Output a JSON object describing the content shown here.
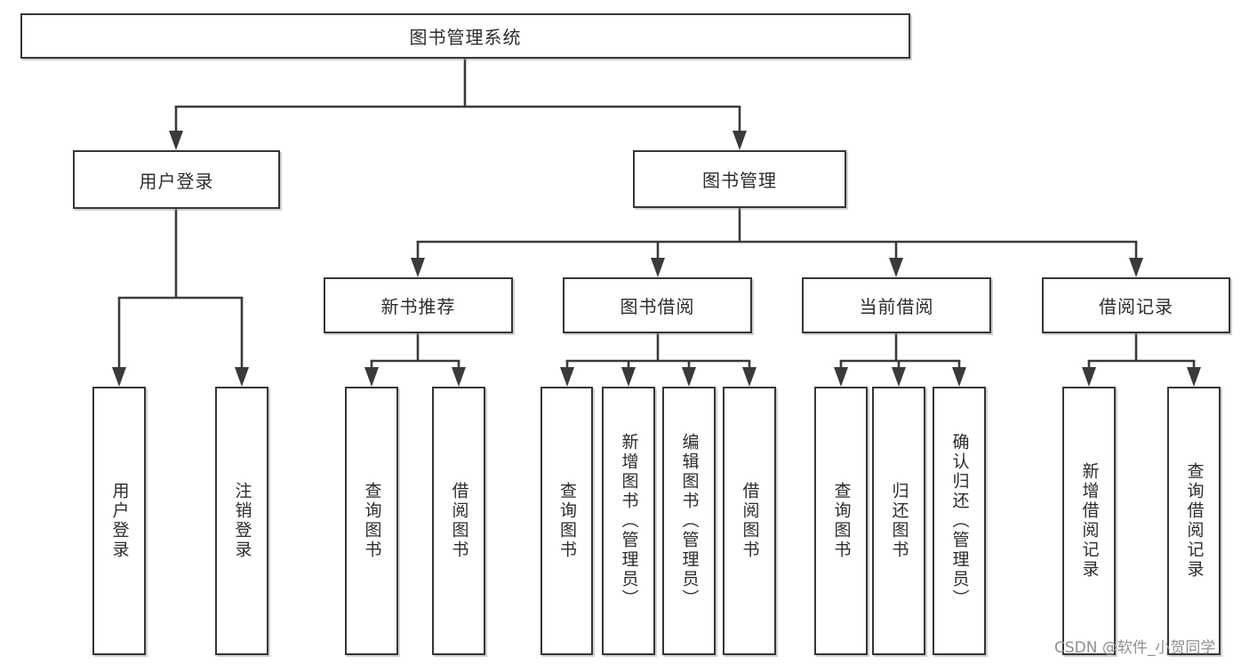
{
  "diagram": {
    "title": "图书管理系统",
    "nodes": {
      "root": {
        "label": "图书管理系统"
      },
      "user_login": {
        "label": "用户登录"
      },
      "book_mgmt": {
        "label": "图书管理"
      },
      "new_book_rec": {
        "label": "新书推荐"
      },
      "book_borrow": {
        "label": "图书借阅"
      },
      "current_borrow": {
        "label": "当前借阅"
      },
      "borrow_record": {
        "label": "借阅记录"
      },
      "user_login_leaf": {
        "label": "用户登录"
      },
      "logout_leaf": {
        "label": "注销登录"
      },
      "nb_query": {
        "label": "查询图书"
      },
      "nb_borrow": {
        "label": "借阅图书"
      },
      "bb_query": {
        "label": "查询图书"
      },
      "bb_add": {
        "label": "新增图书（管理员）"
      },
      "bb_edit": {
        "label": "编辑图书（管理员）"
      },
      "bb_borrow": {
        "label": "借阅图书"
      },
      "cb_query": {
        "label": "查询图书"
      },
      "cb_return": {
        "label": "归还图书"
      },
      "cb_confirm": {
        "label": "确认归还（管理员）"
      },
      "br_add": {
        "label": "新增借阅记录"
      },
      "br_query": {
        "label": "查询借阅记录"
      }
    },
    "hierarchy": {
      "图书管理系统": {
        "用户登录": [
          "用户登录",
          "注销登录"
        ],
        "图书管理": {
          "新书推荐": [
            "查询图书",
            "借阅图书"
          ],
          "图书借阅": [
            "查询图书",
            "新增图书（管理员）",
            "编辑图书（管理员）",
            "借阅图书"
          ],
          "当前借阅": [
            "查询图书",
            "归还图书",
            "确认归还（管理员）"
          ],
          "借阅记录": [
            "新增借阅记录",
            "查询借阅记录"
          ]
        }
      }
    },
    "colors": {
      "line": "#3a3a3a",
      "box_border": "#363636",
      "text": "#2d2d2d",
      "watermark": "#8f8f8f",
      "background": "#ffffff"
    }
  },
  "watermark": {
    "text": "CSDN @软件_小贺同学"
  }
}
